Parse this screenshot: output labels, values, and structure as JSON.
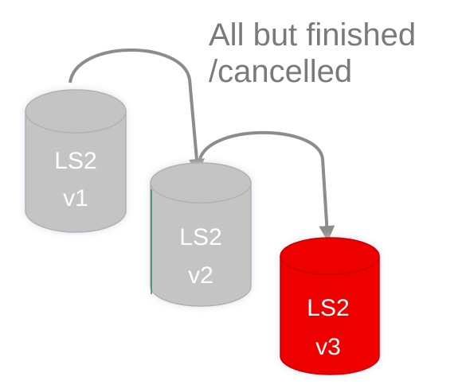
{
  "caption": {
    "line1": "All but finished",
    "line2": "/cancelled"
  },
  "databases": [
    {
      "id": "v1",
      "name": "LS2",
      "version": "v1",
      "color": "#c4c4c4",
      "edge": "#b2b2b2"
    },
    {
      "id": "v2",
      "name": "LS2",
      "version": "v2",
      "color": "#c4c4c4",
      "edge": "#b2b2b2"
    },
    {
      "id": "v3",
      "name": "LS2",
      "version": "v3",
      "color": "#ee0000",
      "edge": "#c80000"
    }
  ],
  "colors": {
    "arrow": "#8c8c8c",
    "glow": "#e3e5f3",
    "caption": "#7a7a7a"
  }
}
